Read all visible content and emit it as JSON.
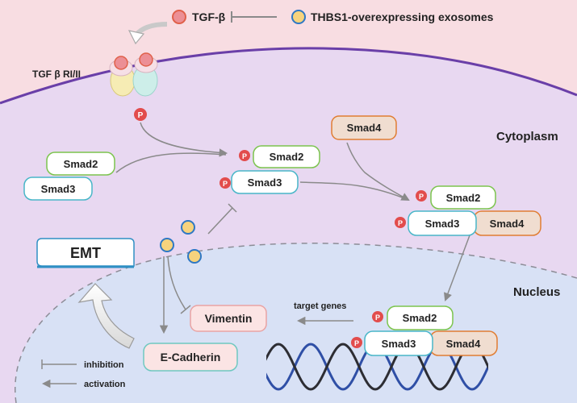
{
  "legend_top": {
    "tgf_beta": "TGF-β",
    "exosomes": "THBS1-overexpressing exosomes"
  },
  "receptor_label": "TGF β RI/II",
  "phospho": "P",
  "compartments": {
    "cytoplasm": "Cytoplasm",
    "nucleus": "Nucleus"
  },
  "proteins": {
    "smad2": "Smad2",
    "smad3": "Smad3",
    "smad4": "Smad4"
  },
  "emt": "EMT",
  "vimentin": "Vimentin",
  "e_cadherin": "E-Cadherin",
  "target_genes": "target genes",
  "legend_bottom": {
    "inhibition": "inhibition",
    "activation": "activation"
  },
  "colors": {
    "extracellular": "#f8dde2",
    "cytoplasm": "#e8d8f1",
    "nucleus": "#d8e1f5",
    "membrane": "#6a3fa8",
    "tgf_fill": "#ec8f95",
    "tgf_stroke": "#e0604a",
    "exosome_fill": "#f7d37d",
    "exosome_stroke": "#2f78c4",
    "smad2_stroke": "#7cc44e",
    "smad3_stroke": "#48b6c8",
    "smad4_stroke": "#e07d33",
    "smad4_fill": "#f0ddd0",
    "phospho_fill": "#e24c4c",
    "dna_blue": "#2f4fa6",
    "dna_dark": "#2d2d33",
    "arrow_gray": "#8a8a8a"
  }
}
